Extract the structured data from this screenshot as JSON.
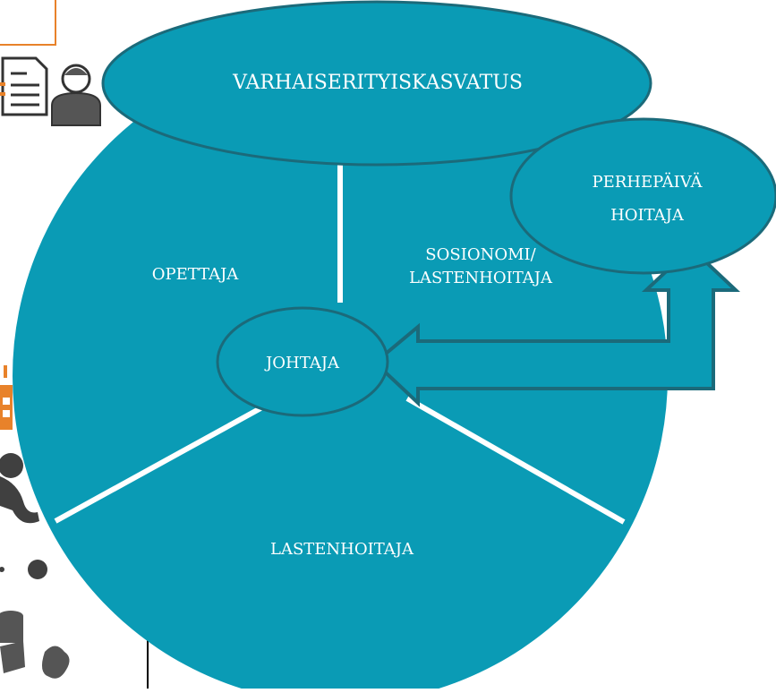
{
  "diagram": {
    "top_label": "VARHAISERITYISKASVATUS",
    "corner_label_line1": "PERHEPÄIVÄ",
    "corner_label_line2": "HOITAJA",
    "center_label": "JOHTAJA",
    "segments": {
      "left": "OPETTAJA",
      "right_line1": "SOSIONOMI/",
      "right_line2": "LASTENHOITAJA",
      "bottom": "LASTENHOITAJA"
    }
  },
  "colors": {
    "fill": "#0a9bb5",
    "stroke": "#1b6a7a",
    "divider": "#ffffff",
    "text": "#ffffff",
    "clipart_orange": "#e8822a",
    "clipart_dark": "#404040"
  },
  "icons": [
    "document-icon",
    "person-icon",
    "calendar-icon",
    "child-icon",
    "ball-icon",
    "toy-blocks-icon"
  ]
}
